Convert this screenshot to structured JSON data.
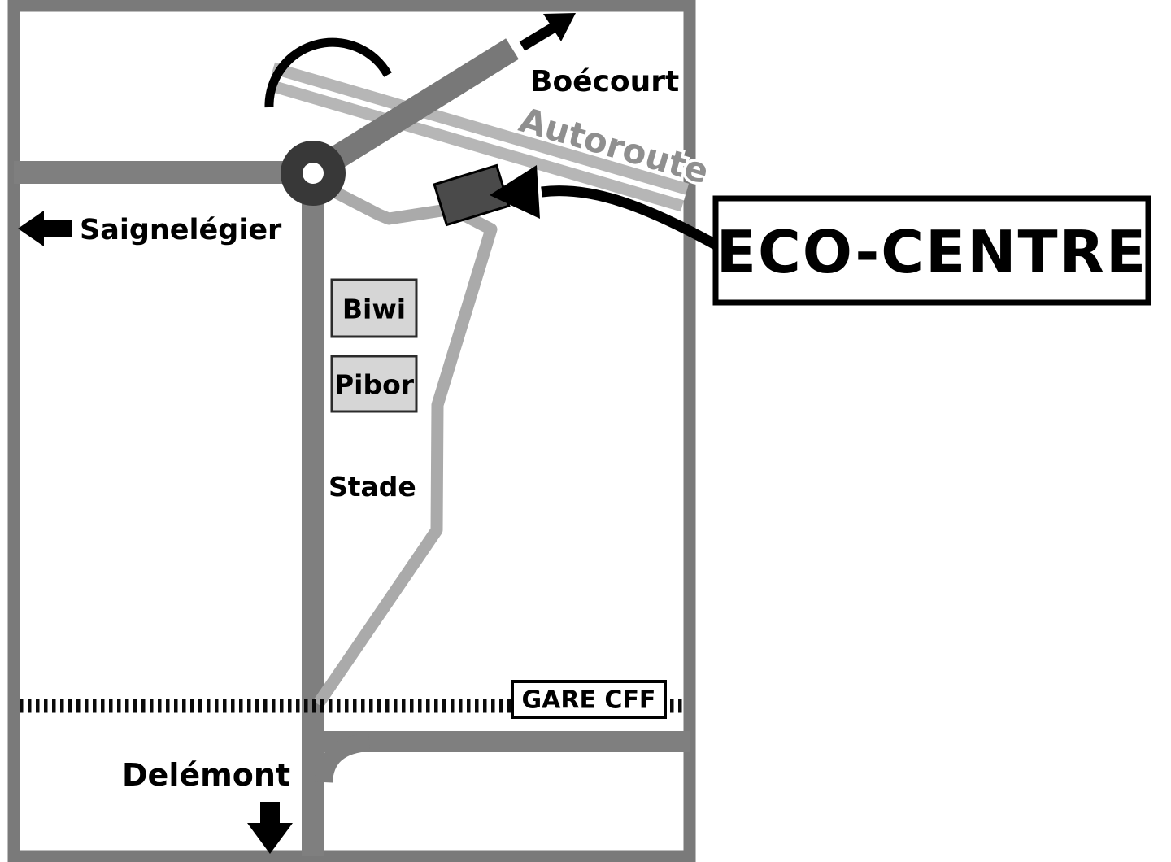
{
  "map": {
    "labels": {
      "boecourt": "Boécourt",
      "autoroute": "Autoroute",
      "saignelegier": "Saignelégier",
      "biwi": "Biwi",
      "pibor": "Pibor",
      "stade": "Stade",
      "gare_cff": "GARE CFF",
      "delemont": "Delémont"
    },
    "callout": {
      "eco_centre": "ECO-CENTRE"
    },
    "icons": {
      "saignelegier_direction": "arrow-left",
      "boecourt_direction": "arrow-up-right",
      "delemont_direction": "arrow-down",
      "eco_centre_pointer": "curved-arrow",
      "overpass": "bridge-arc",
      "roundabout": "roundabout-circle",
      "railway": "railway-hatched-line"
    },
    "colors": {
      "road_gray": "#7f7f7f",
      "autoroute_gray": "#b6b6b6",
      "access_road_gray": "#aaaaaa",
      "frame_gray": "#7a7a7a",
      "building_gray": "#4a4a4a",
      "facility_box_fill": "#d6d6d6",
      "ink_black": "#000000",
      "autoroute_text_gray": "#8f8f8f"
    }
  }
}
